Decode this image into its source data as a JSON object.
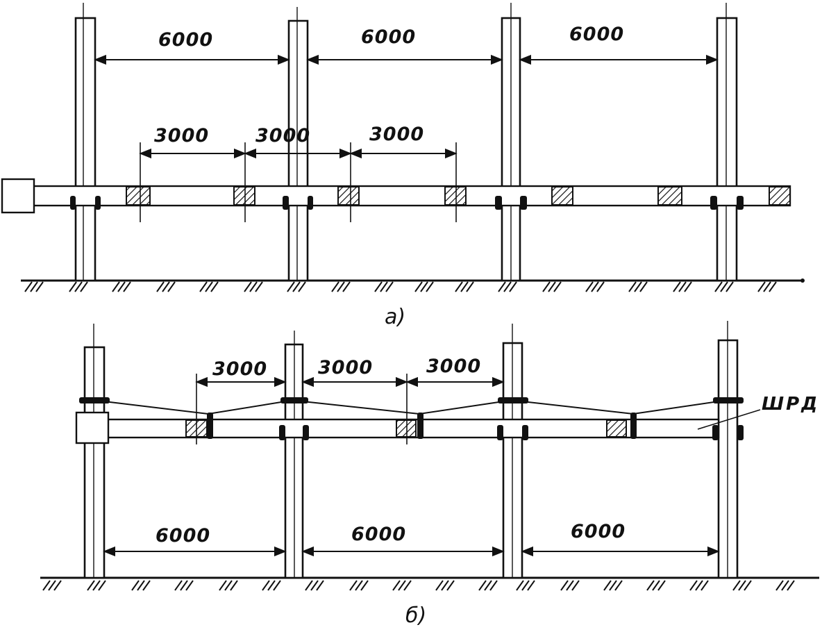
{
  "diagram": {
    "a": {
      "caption": "а)",
      "upper_dims": [
        "6000",
        "6000",
        "6000"
      ],
      "lower_dims": [
        "3000",
        "3000",
        "3000"
      ]
    },
    "b": {
      "caption": "б)",
      "upper_dims": [
        "3000",
        "3000",
        "3000"
      ],
      "lower_dims": [
        "6000",
        "6000",
        "6000"
      ],
      "label": "ШРД"
    }
  }
}
